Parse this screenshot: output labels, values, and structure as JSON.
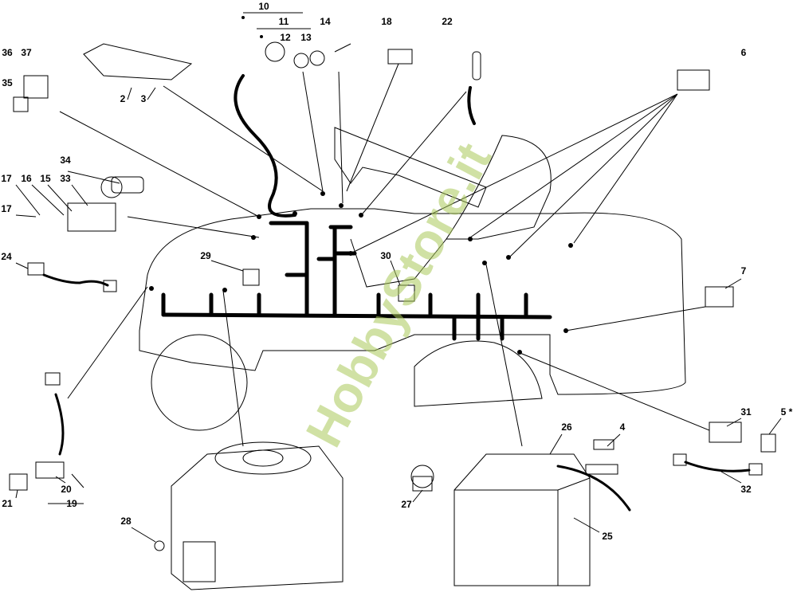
{
  "diagram": {
    "title": "Electrical system exploded parts diagram",
    "watermark": "HobbyStore.it",
    "labels": {
      "p10": "10",
      "p11": "11",
      "p12": "12",
      "p13": "13",
      "p14": "14",
      "p18": "18",
      "p22": "22",
      "p6": "6",
      "p36": "36",
      "p37": "37",
      "p35": "35",
      "p2": "2",
      "p3": "3",
      "p34": "34",
      "p17a": "17",
      "p16": "16",
      "p15": "15",
      "p33": "33",
      "p17b": "17",
      "p24": "24",
      "p29": "29",
      "p30": "30",
      "p7": "7",
      "p31": "31",
      "p5": "5 *",
      "p32": "32",
      "p26": "26",
      "p4": "4",
      "p27": "27",
      "p25": "25",
      "p28": "28",
      "p20": "20",
      "p21": "21",
      "p19": "19"
    }
  }
}
